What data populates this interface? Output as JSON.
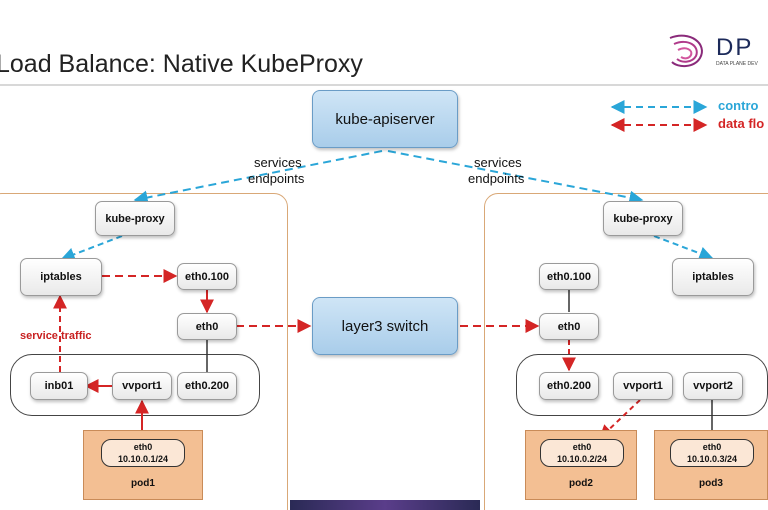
{
  "slide": {
    "title": "Load Balance: Native KubeProxy",
    "logo_text": "DP",
    "logo_sub": "DATA PLANE DEV"
  },
  "legend": {
    "control": "contro",
    "data": "data flo",
    "control_color": "#2aa6d8",
    "data_color": "#d42525"
  },
  "center": {
    "apiserver": "kube-apiserver",
    "switch": "layer3 switch",
    "services_left": "services",
    "endpoints_left": "endpoints",
    "services_right": "services",
    "endpoints_right": "endpoints"
  },
  "left_host": {
    "kube_proxy": "kube-proxy",
    "iptables": "iptables",
    "eth0_100": "eth0.100",
    "eth0": "eth0",
    "eth0_200": "eth0.200",
    "inb01": "inb01",
    "vvport1": "vvport1",
    "service_traffic": "service traffic",
    "pod": {
      "iface": "eth0",
      "ip": "10.10.0.1/24",
      "name": "pod1"
    }
  },
  "right_host": {
    "kube_proxy": "kube-proxy",
    "iptables": "iptables",
    "eth0_100": "eth0.100",
    "eth0": "eth0",
    "eth0_200": "eth0.200",
    "vvport1": "vvport1",
    "vvport2": "vvport2",
    "pod_a": {
      "iface": "eth0",
      "ip": "10.10.0.2/24",
      "name": "pod2"
    },
    "pod_b": {
      "iface": "eth0",
      "ip": "10.10.0.3/24",
      "name": "pod3"
    }
  },
  "icons": [
    "dpdk-logo-icon"
  ]
}
